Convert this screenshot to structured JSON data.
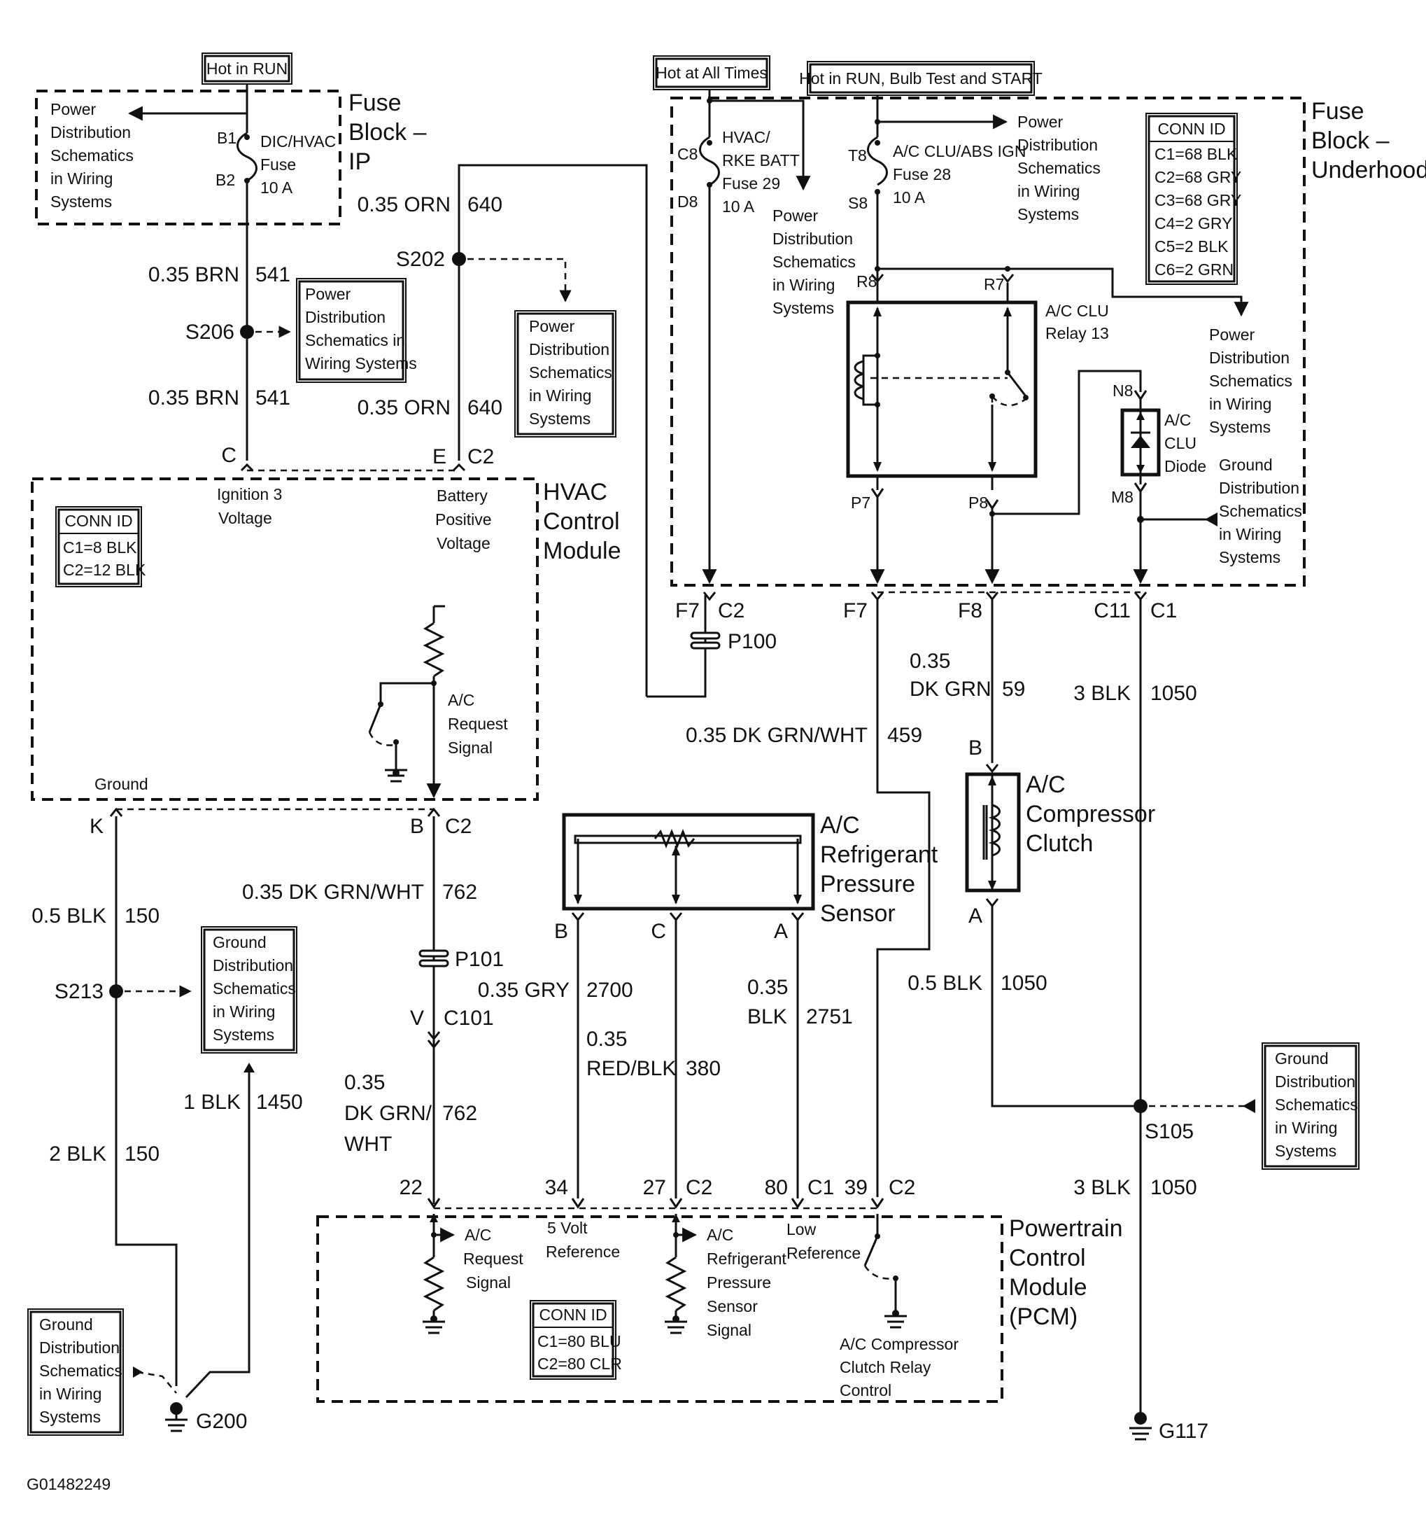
{
  "figure_id": "G01482249",
  "supply_labels": {
    "hot_run": "Hot in RUN",
    "hot_all": "Hot at All Times",
    "hot_run_bulb": "Hot in RUN, Bulb Test and START"
  },
  "fuse_block_ip": {
    "title": [
      "Fuse",
      "Block –",
      "IP"
    ],
    "ref": [
      "Power",
      "Distribution",
      "Schematics",
      "in Wiring",
      "Systems"
    ],
    "pin_top": "B1",
    "pin_bottom": "B2",
    "fuse": [
      "DIC/HVAC",
      "Fuse",
      "10 A"
    ]
  },
  "fuse_block_underhood": {
    "title": [
      "Fuse",
      "Block –",
      "Underhood"
    ],
    "conn_id": {
      "heading": "CONN ID",
      "rows": [
        "C1=68 BLK",
        "C2=68 GRY",
        "C3=68 GRY",
        "C4=2 GRY",
        "C5=2 BLK",
        "C6=2 GRN"
      ]
    },
    "fuse29": {
      "pin_top": "C8",
      "pin_bottom": "D8",
      "label": [
        "HVAC/",
        "RKE BATT",
        "Fuse 29",
        "10 A"
      ]
    },
    "fuse28": {
      "pin_top": "T8",
      "pin_bottom": "S8",
      "label": [
        "A/C CLU/ABS IGN",
        "Fuse 28",
        "10 A"
      ]
    },
    "ref_fuse29": [
      "Power",
      "Distribution",
      "Schematics",
      "in Wiring",
      "Systems"
    ],
    "ref_fuse28": [
      "Power",
      "Distribution",
      "Schematics",
      "in Wiring",
      "Systems"
    ],
    "ref_relay": [
      "Power",
      "Distribution",
      "Schematics",
      "in Wiring",
      "Systems"
    ],
    "ref_ground": [
      "Ground",
      "Distribution",
      "Schematics",
      "in Wiring",
      "Systems"
    ],
    "relay": {
      "label": [
        "A/C CLU",
        "Relay 13"
      ],
      "pins": [
        "R8",
        "R7",
        "P7",
        "P8"
      ]
    },
    "diode": {
      "label": [
        "A/C",
        "CLU",
        "Diode"
      ],
      "pins": [
        "N8",
        "M8"
      ]
    }
  },
  "hvac_module": {
    "title": [
      "HVAC",
      "Control",
      "Module"
    ],
    "conn_id": {
      "heading": "CONN ID",
      "rows": [
        "C1=8 BLK",
        "C2=12 BLK"
      ]
    },
    "pin_c_letter": "C",
    "pin_e_letter": "E",
    "pin_e_conn": "C2",
    "ign_label": [
      "Ignition 3",
      "Voltage"
    ],
    "batt_label": [
      "Battery",
      "Positive",
      "Voltage"
    ],
    "request_label": [
      "A/C",
      "Request",
      "Signal"
    ],
    "ground_label": "Ground",
    "pin_k": "K",
    "pin_b": "B",
    "pin_b_conn": "C2"
  },
  "wires": {
    "brn_upper": {
      "gauge": "0.35 BRN",
      "circuit": "541"
    },
    "brn_lower": {
      "gauge": "0.35 BRN",
      "circuit": "541"
    },
    "splice_s206": "S206",
    "ref_s206": [
      "Power",
      "Distribution",
      "Schematics in",
      "Wiring Systems"
    ],
    "orn_upper": {
      "gauge": "0.35 ORN",
      "circuit": "640"
    },
    "orn_lower": {
      "gauge": "0.35 ORN",
      "circuit": "640"
    },
    "splice_s202": "S202",
    "ref_s202": [
      "Power",
      "Distribution",
      "Schematics",
      "in Wiring",
      "Systems"
    ],
    "p100": {
      "pin": "F7",
      "conn": "C2",
      "name": "P100"
    },
    "f7_c2_top": "F7",
    "dkgrnwht_459": {
      "gauge": "0.35 DK GRN/WHT",
      "circuit": "459"
    },
    "f8": "F8",
    "c11": "C11",
    "c1": "C1",
    "dkgrn_59": {
      "gauge": [
        "0.35",
        "DK GRN"
      ],
      "circuit": "59"
    },
    "blk_1050_upper": {
      "gauge": "3 BLK",
      "circuit": "1050"
    },
    "blk_1050_lower": {
      "gauge": "3 BLK",
      "circuit": "1050"
    },
    "blk_1050_clutch": {
      "gauge": "0.5 BLK",
      "circuit": "1050"
    },
    "splice_s105": "S105",
    "ref_s105": [
      "Ground",
      "Distribution",
      "Schematics",
      "in Wiring",
      "Systems"
    ],
    "g117": "G117",
    "dkgrnwht_762_upper": {
      "gauge": "0.35 DK GRN/WHT",
      "circuit": "762"
    },
    "p101": "P101",
    "c101": {
      "pin": "V",
      "conn": "C101"
    },
    "dkgrnwht_762_lower": {
      "gauge": [
        "0.35",
        "DK GRN/",
        "WHT"
      ],
      "circuit": "762"
    },
    "blk_150_upper": {
      "gauge": "0.5 BLK",
      "circuit": "150"
    },
    "blk_150_lower": {
      "gauge": "2 BLK",
      "circuit": "150"
    },
    "splice_s213": "S213",
    "ref_s213": [
      "Ground",
      "Distribution",
      "Schematics",
      "in Wiring",
      "Systems"
    ],
    "blk_1450": {
      "gauge": "1 BLK",
      "circuit": "1450"
    },
    "g200": "G200",
    "ref_g200": [
      "Ground",
      "Distribution",
      "Schematics",
      "in Wiring",
      "Systems"
    ],
    "gry_2700": {
      "gauge": "0.35 GRY",
      "circuit": "2700"
    },
    "redblk_380": {
      "gauge": [
        "0.35",
        "RED/BLK"
      ],
      "circuit": "380"
    },
    "blk_2751": {
      "gauge": [
        "0.35",
        "BLK"
      ],
      "circuit": "2751"
    }
  },
  "compressor_clutch": {
    "label": [
      "A/C",
      "Compressor",
      "Clutch"
    ],
    "pin_top": "B",
    "pin_bottom": "A"
  },
  "pressure_sensor": {
    "label": [
      "A/C",
      "Refrigerant",
      "Pressure",
      "Sensor"
    ],
    "pins": [
      "B",
      "C",
      "A"
    ]
  },
  "pcm": {
    "title": [
      "Powertrain",
      "Control",
      "Module",
      "(PCM)"
    ],
    "conn_id": {
      "heading": "CONN ID",
      "rows": [
        "C1=80 BLU",
        "C2=80 CLR"
      ]
    },
    "pins": [
      "22",
      "34",
      "27",
      "C2",
      "80",
      "C1",
      "39",
      "C2"
    ],
    "request_label": [
      "A/C",
      "Request",
      "Signal"
    ],
    "ref5v_label": [
      "5 Volt",
      "Reference"
    ],
    "sensor_label": [
      "A/C",
      "Refrigerant",
      "Pressure",
      "Sensor",
      "Signal"
    ],
    "lowref_label": [
      "Low",
      "Reference"
    ],
    "clutch_ctrl_label": [
      "A/C Compressor",
      "Clutch Relay",
      "Control"
    ]
  }
}
